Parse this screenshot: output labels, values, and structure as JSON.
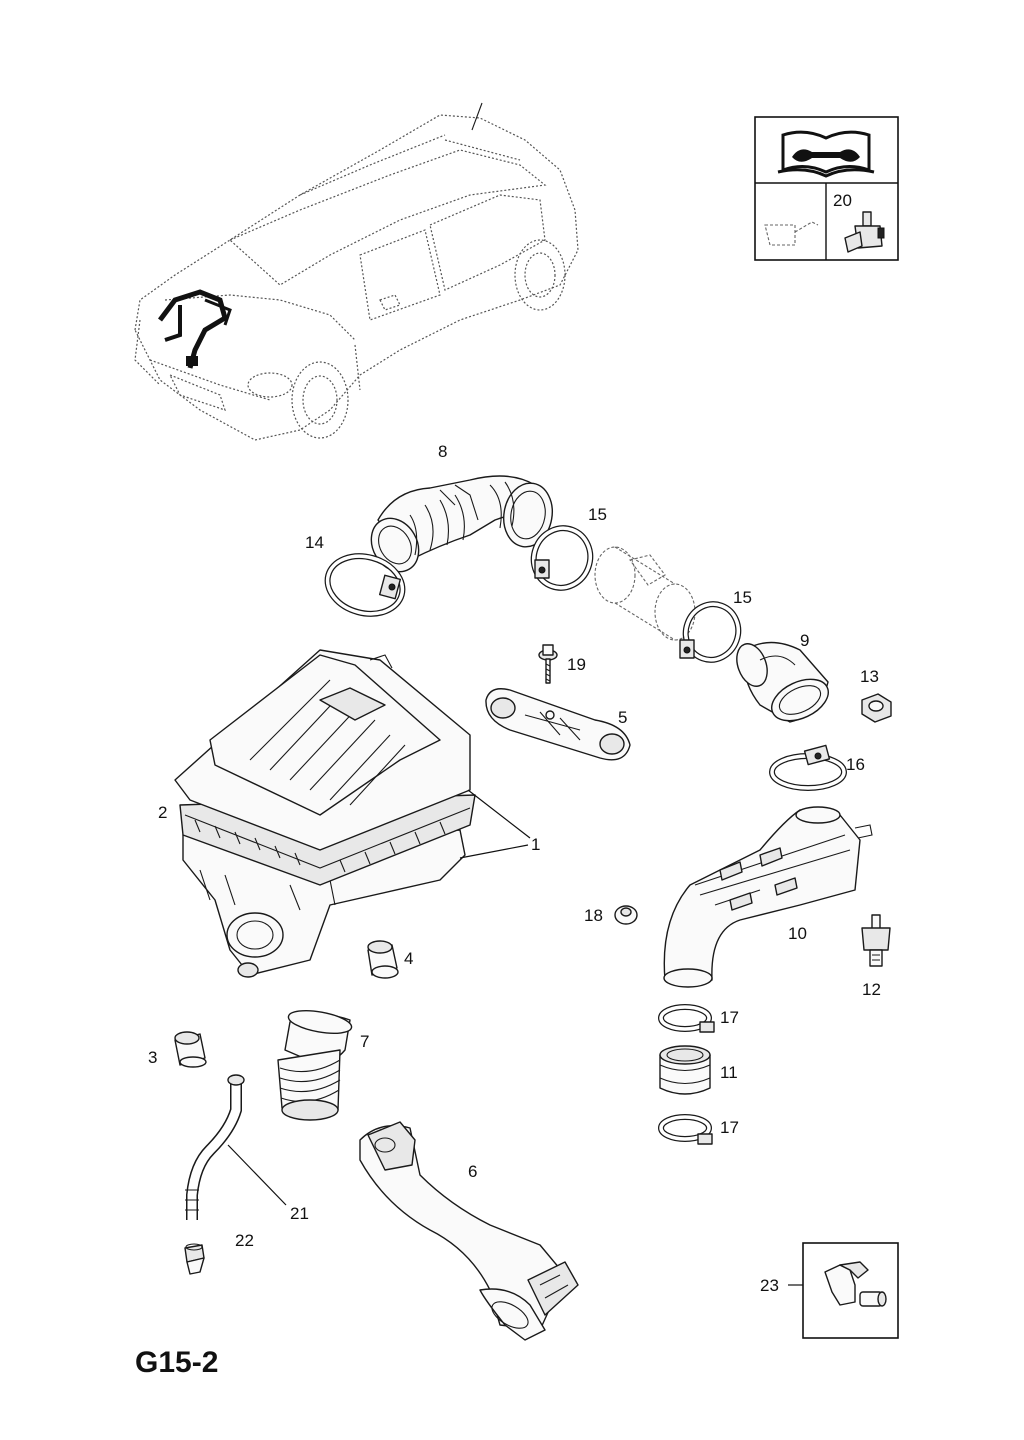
{
  "diagram_code": "G15-2",
  "info_box": {
    "icon": "manual-wrench-icon",
    "sub_label": "20",
    "left_icon": "oil-can-icon",
    "right_icon": "sensor-icon"
  },
  "callouts": {
    "c1": "1",
    "c2": "2",
    "c3": "3",
    "c4": "4",
    "c5": "5",
    "c6": "6",
    "c7": "7",
    "c8": "8",
    "c9": "9",
    "c10": "10",
    "c11": "11",
    "c12": "12",
    "c13": "13",
    "c14": "14",
    "c15a": "15",
    "c15b": "15",
    "c16": "16",
    "c17a": "17",
    "c17b": "17",
    "c18": "18",
    "c19": "19",
    "c21": "21",
    "c22": "22",
    "c23": "23"
  }
}
